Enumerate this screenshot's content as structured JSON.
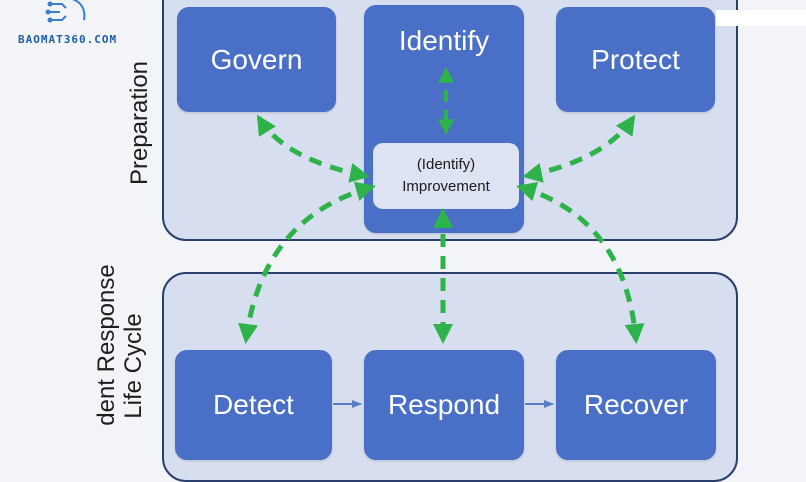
{
  "logo": {
    "text": "BAOMAT360.COM",
    "icon": "circuit-shield-logo",
    "color": "#1f5fa8"
  },
  "groups": {
    "preparation": {
      "label": "Preparation"
    },
    "incident_response": {
      "label_line1": "dent Response",
      "label_line2": "Life Cycle"
    }
  },
  "functions": {
    "govern": "Govern",
    "identify": "Identify",
    "protect": "Protect",
    "detect": "Detect",
    "respond": "Respond",
    "recover": "Recover"
  },
  "improvement": {
    "line1": "(Identify)",
    "line2": "Improvement"
  },
  "colors": {
    "function_box": "#4a6fc6",
    "group_fill": "#d7deef",
    "group_border": "#2b3f6c",
    "dashed_arrow": "#2db34a",
    "flow_arrow": "#5b7ec9"
  }
}
